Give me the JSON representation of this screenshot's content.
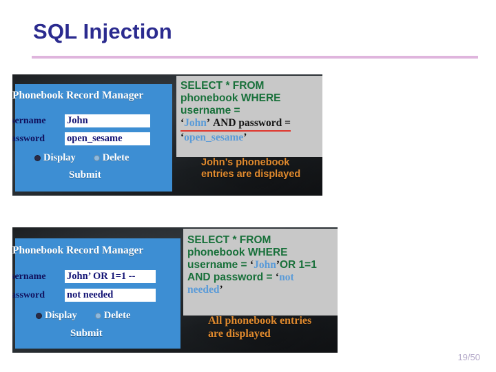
{
  "slide": {
    "title": "SQL Injection",
    "page_number": "19/50",
    "accent_rule_color": "#dfb5dd",
    "title_color": "#2b2b8f"
  },
  "figures": [
    {
      "id": "basic",
      "form": {
        "heading": "Phonebook Record Manager",
        "fields": [
          {
            "label": "sername",
            "value": "John"
          },
          {
            "label": "assword",
            "value": "open_sesame"
          }
        ],
        "radios": [
          {
            "label": "Display",
            "selected": true
          },
          {
            "label": "Delete",
            "selected": false
          }
        ],
        "submit_label": "Submit"
      },
      "sql": {
        "keyword_part_1": "SELECT * FROM",
        "keyword_part_2": "phonebook WHERE",
        "keyword_part_3": "username =",
        "open_quote": "‘",
        "value_1": "John",
        "close_quote": "’",
        "mid_text": "AND password =",
        "value_2": "open_sesame"
      },
      "result": "John’s phonebook\nentries are displayed"
    },
    {
      "id": "inject",
      "form": {
        "heading": "Phonebook Record Manager",
        "fields": [
          {
            "label": "sername",
            "value": "John’ OR 1=1 --"
          },
          {
            "label": "assword",
            "value": "not needed"
          }
        ],
        "radios": [
          {
            "label": "Display",
            "selected": true
          },
          {
            "label": "Delete",
            "selected": false
          }
        ],
        "submit_label": "Submit"
      },
      "sql": {
        "keyword_part_1": "SELECT * FROM",
        "keyword_part_2": "phonebook WHERE",
        "keyword_part_3": "username =",
        "open_quote": "‘",
        "value_1": "John",
        "close_quote": "’",
        "mid_text": "OR 1=1",
        "keyword_part_4": "AND password =",
        "value_2": "not",
        "value_3": "needed"
      },
      "result": "All phonebook entries\nare displayed"
    }
  ],
  "colors": {
    "form_blue": "#3d8ed3",
    "sql_box_gray": "#c8c8c8",
    "sql_keyword_green": "#18703a",
    "sql_value_blue": "#5a9bd8",
    "result_orange": "#e08a2e",
    "underline_red": "#e0352b",
    "input_text_navy": "#131374"
  }
}
